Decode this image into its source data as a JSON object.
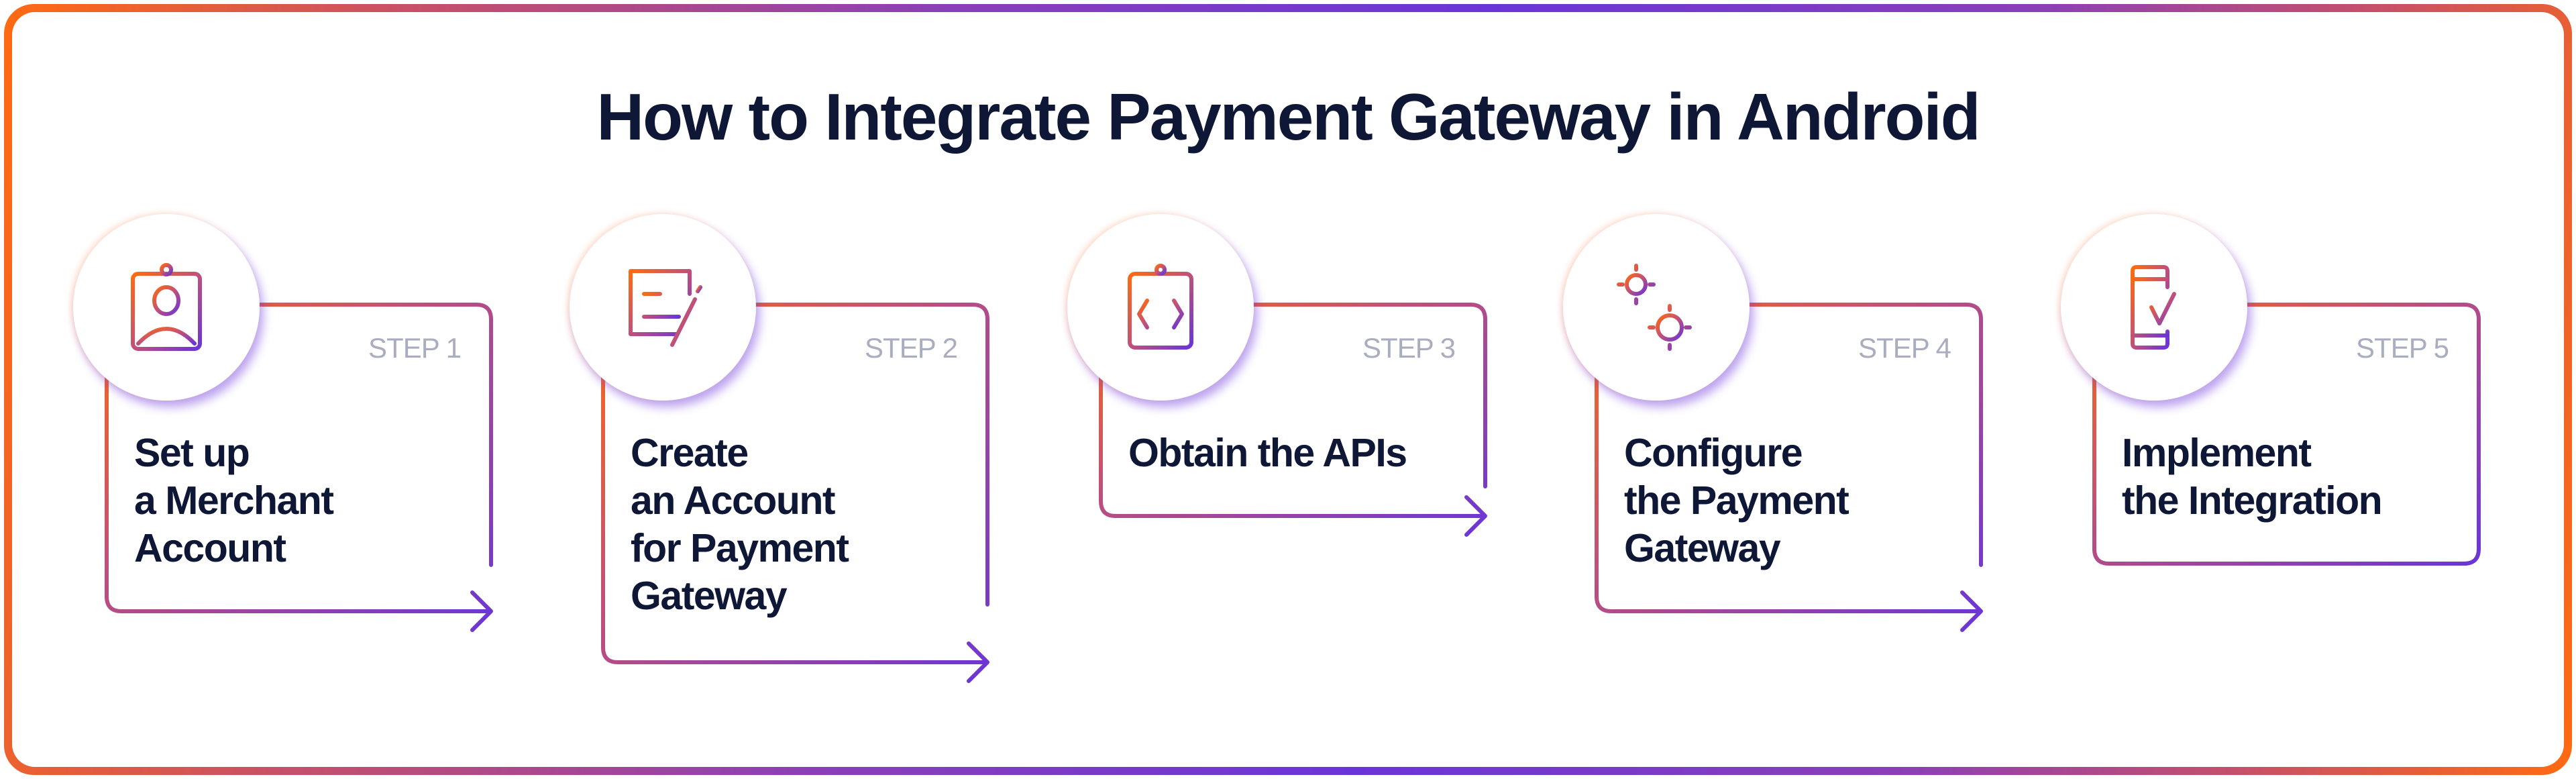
{
  "title": "How to Integrate Payment Gateway in Android",
  "colors": {
    "orange": "#ff6a10",
    "purple": "#6a35d8",
    "pink": "#c0507a",
    "text": "#0f1736",
    "step": "#a9adbf"
  },
  "steps": [
    {
      "step_label": "STEP 1",
      "title": "Set up\na Merchant\nAccount",
      "icon": "id-badge-icon"
    },
    {
      "step_label": "STEP 2",
      "title": "Create\nan Account\nfor Payment\nGateway",
      "icon": "edit-document-icon"
    },
    {
      "step_label": "STEP 3",
      "title": "Obtain the APIs",
      "icon": "code-clipboard-icon"
    },
    {
      "step_label": "STEP 4",
      "title": "Configure\nthe Payment\nGateway",
      "icon": "gears-icon"
    },
    {
      "step_label": "STEP 5",
      "title": "Implement\nthe Integration",
      "icon": "phone-check-icon"
    }
  ]
}
